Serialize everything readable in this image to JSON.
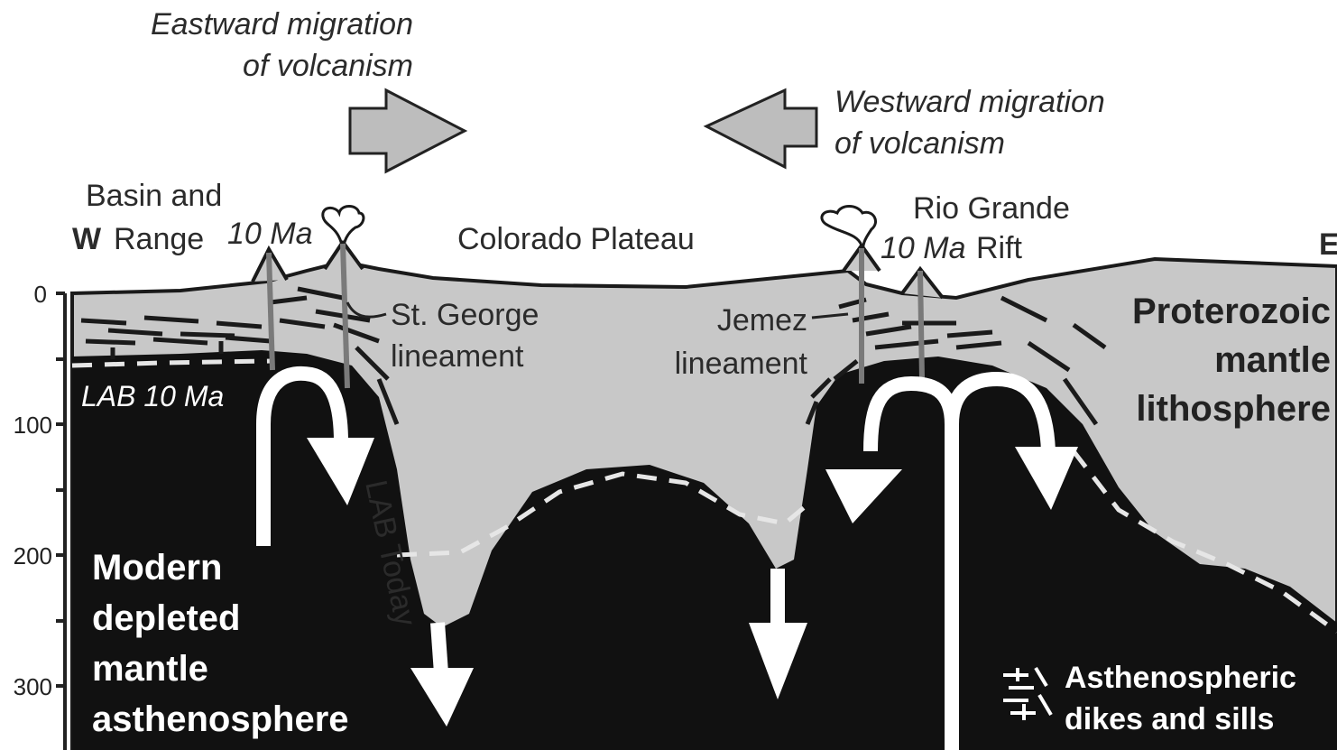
{
  "migration": {
    "east_line1": "Eastward migration",
    "east_line2": "of volcanism",
    "west_line1": "Westward migration",
    "west_line2": "of volcanism"
  },
  "surface": {
    "basin_line1": "Basin and",
    "basin_line2": "Range",
    "w_label": "W",
    "e_label": "E",
    "ma10_left": "10 Ma",
    "colorado": "Colorado Plateau",
    "rio_line1": "Rio Grande",
    "rio_line2": "Rift",
    "ma10_right": "10 Ma"
  },
  "features": {
    "stgeorge_line1": "St. George",
    "stgeorge_line2": "lineament",
    "jemez_line1": "Jemez",
    "jemez_line2": "lineament",
    "lab10": "LAB 10 Ma",
    "lab_today": "LAB Today",
    "proterozoic_line1": "Proterozoic",
    "proterozoic_line2": "mantle",
    "proterozoic_line3": "lithosphere",
    "modern_line1": "Modern",
    "modern_line2": "depleted",
    "modern_line3": "mantle",
    "modern_line4": "asthenosphere",
    "dikes_line1": "Asthenospheric",
    "dikes_line2": "dikes and sills"
  },
  "depth_axis": {
    "ticks": [
      "0",
      "100",
      "200",
      "300"
    ]
  },
  "colors": {
    "lithosphere": "#c8c8c8",
    "asthenosphere": "#111111",
    "arrow_gray": "#bdbdbd"
  }
}
